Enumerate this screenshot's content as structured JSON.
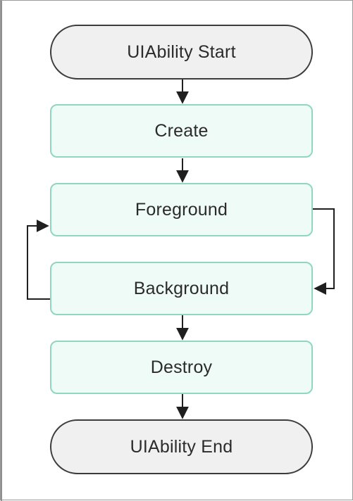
{
  "diagram": {
    "start": "UIAbility Start",
    "end": "UIAbility End",
    "states": [
      {
        "id": "create",
        "label": "Create"
      },
      {
        "id": "foreground",
        "label": "Foreground"
      },
      {
        "id": "background",
        "label": "Background"
      },
      {
        "id": "destroy",
        "label": "Destroy"
      }
    ],
    "edges": [
      {
        "from": "start",
        "to": "create"
      },
      {
        "from": "create",
        "to": "foreground"
      },
      {
        "from": "foreground",
        "to": "background"
      },
      {
        "from": "background",
        "to": "foreground"
      },
      {
        "from": "background",
        "to": "destroy"
      },
      {
        "from": "destroy",
        "to": "end"
      }
    ]
  },
  "colors": {
    "terminal_fill": "#f0f0f0",
    "terminal_border": "#3c3c3c",
    "state_fill": "#eefbf6",
    "state_border": "#8fd7bd",
    "arrow": "#1f1f1f"
  }
}
